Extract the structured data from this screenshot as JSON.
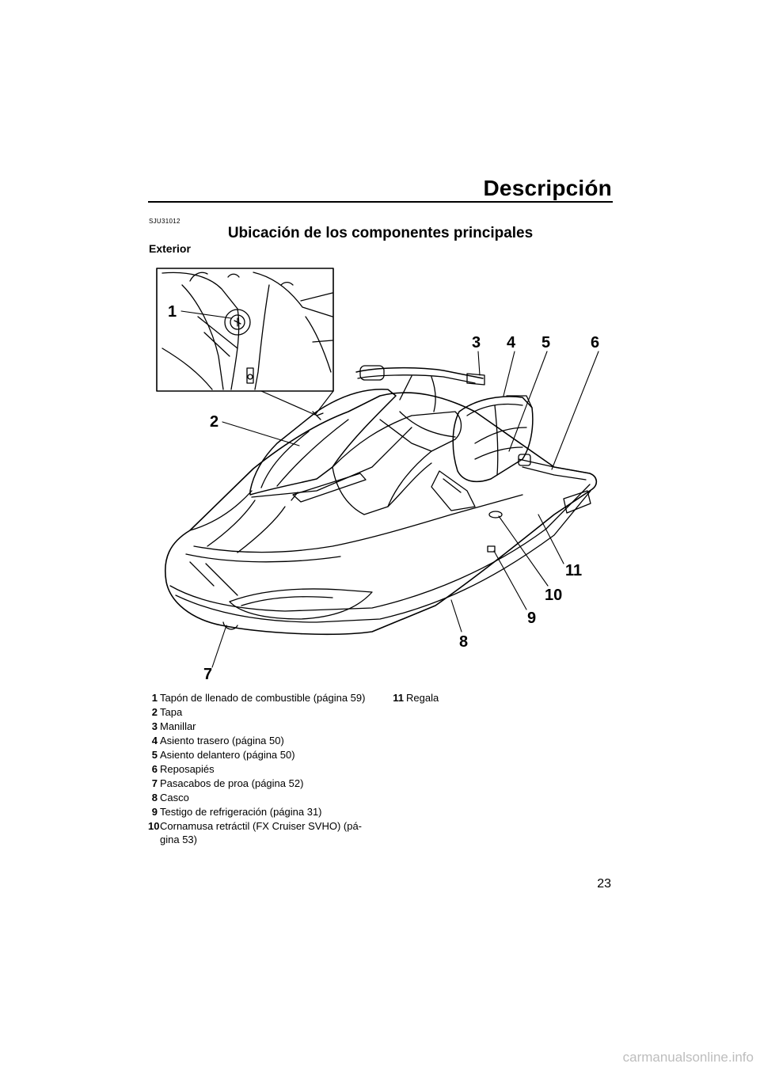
{
  "header": {
    "section_title": "Descripción"
  },
  "code": "SJU31012",
  "heading": "Ubicación de los componentes principales",
  "subheading": "Exterior",
  "callouts": [
    "1",
    "2",
    "3",
    "4",
    "5",
    "6",
    "7",
    "8",
    "9",
    "10",
    "11"
  ],
  "legend": [
    {
      "num": "1",
      "text": "Tapón de llenado de combustible (página 59)"
    },
    {
      "num": "2",
      "text": "Tapa"
    },
    {
      "num": "3",
      "text": "Manillar"
    },
    {
      "num": "4",
      "text": "Asiento trasero (página 50)"
    },
    {
      "num": "5",
      "text": "Asiento delantero (página 50)"
    },
    {
      "num": "6",
      "text": "Reposapiés"
    },
    {
      "num": "7",
      "text": "Pasacabos de proa (página 52)"
    },
    {
      "num": "8",
      "text": "Casco"
    },
    {
      "num": "9",
      "text": "Testigo de refrigeración (página 31)"
    },
    {
      "num": "10",
      "text": "Cornamusa retráctil (FX Cruiser SVHO) (pá-gina 53)"
    },
    {
      "num": "11",
      "text": "Regala"
    }
  ],
  "page_number": "23",
  "watermark": "carmanualsonline.info"
}
